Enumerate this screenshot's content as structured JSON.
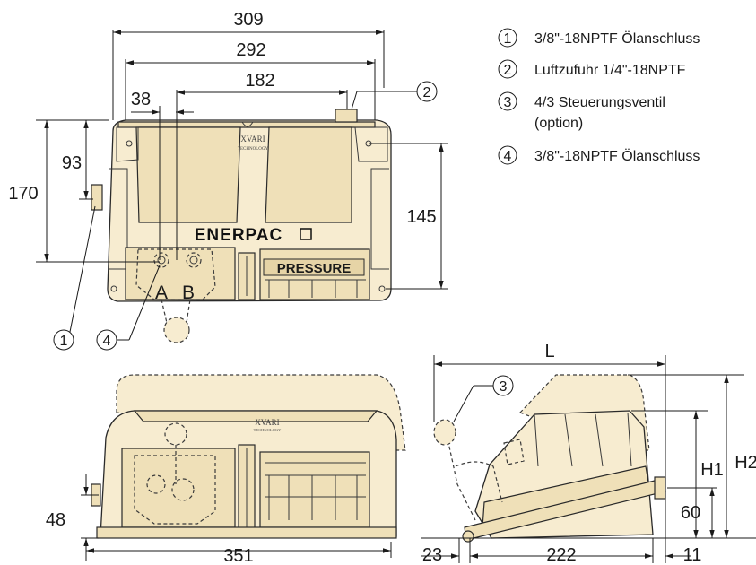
{
  "legend": [
    {
      "number": "1",
      "text": "3/8\"-18NPTF Ölanschluss"
    },
    {
      "number": "2",
      "text": "Luftzufuhr 1/4\"-18NPTF"
    },
    {
      "number": "3",
      "text": "4/3 Steuerungsventil"
    },
    {
      "number": "",
      "text": "(option)"
    },
    {
      "number": "4",
      "text": "3/8\"-18NPTF Ölanschluss"
    }
  ],
  "dimensions": {
    "width_overall": "309",
    "width_holes": "292",
    "width_ports": "182",
    "port_offset": "38",
    "height_left_total": "170",
    "height_left_upper": "93",
    "height_right": "145",
    "bottom_width": "351",
    "bottom_height": "48",
    "side_length": "L",
    "side_h1": "H1",
    "side_h2": "H2",
    "side_60": "60",
    "side_23": "23",
    "side_222": "222",
    "side_11": "11"
  },
  "callouts": {
    "c1": "1",
    "c2": "2",
    "c3": "3",
    "c4": "4"
  },
  "labels": {
    "brand": "ENERPAC",
    "xvari": "XVARI",
    "technology": "TECHNOLOGY",
    "pressure": "PRESSURE",
    "port_a": "A",
    "port_b": "B"
  }
}
